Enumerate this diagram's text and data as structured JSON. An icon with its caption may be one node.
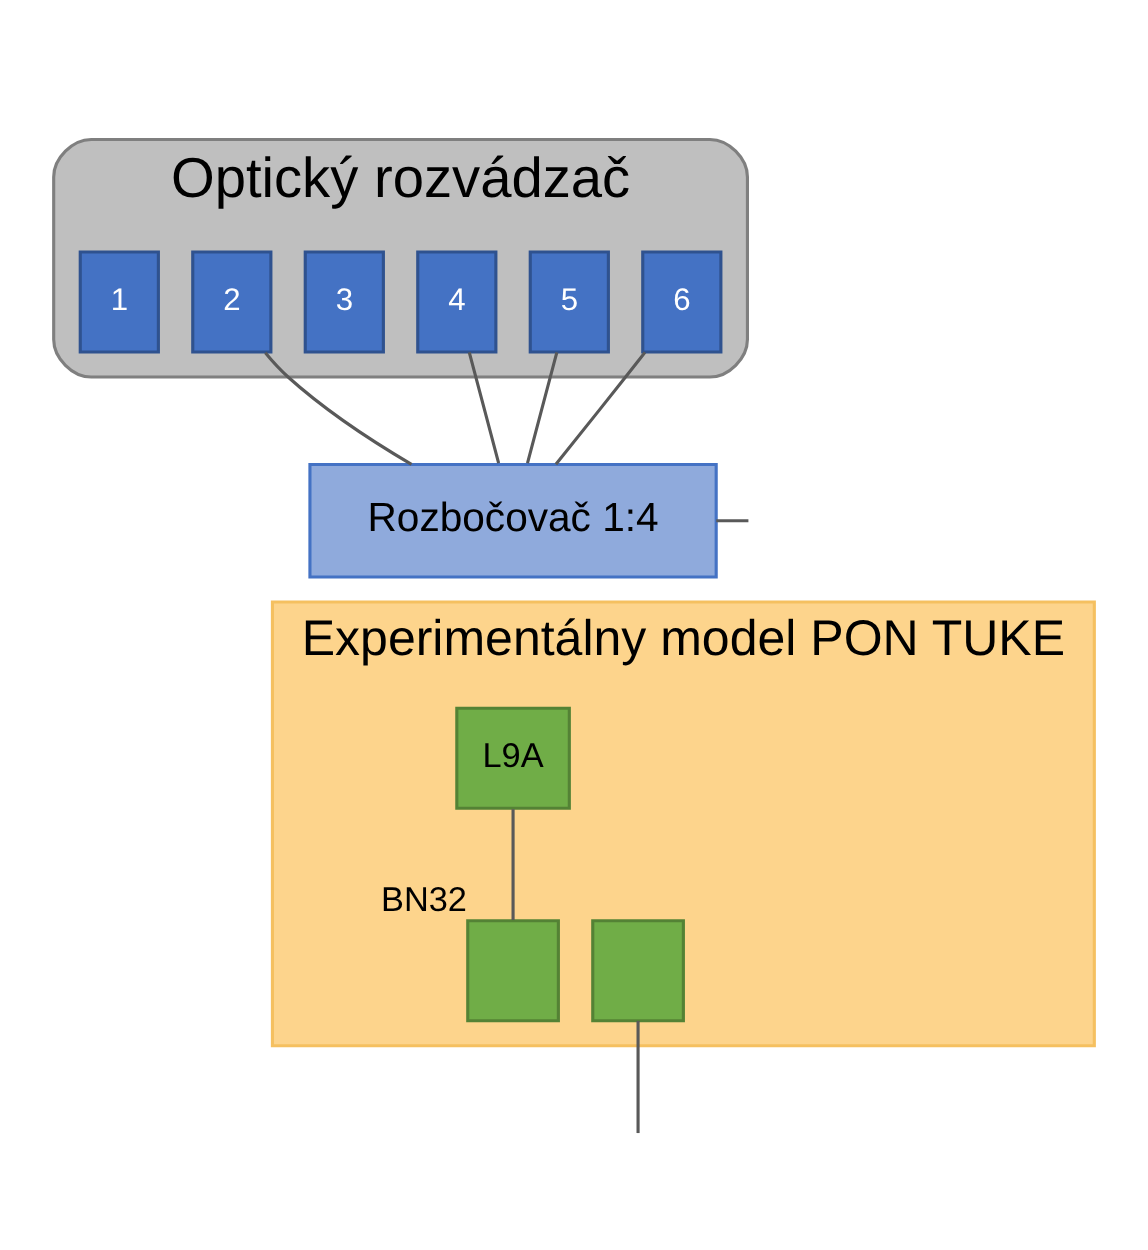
{
  "diagram": {
    "nodes": [
      {
        "text": [
          "Optický rozvádzač"
        ]
      },
      {
        "text": [
          "1"
        ],
        "in": 0
      },
      {
        "text": [
          "2"
        ],
        "in": 0
      },
      {
        "text": [
          "3"
        ],
        "in": 0
      },
      {
        "text": [
          "4"
        ],
        "in": 0
      },
      {
        "text": [
          "5"
        ],
        "in": 0
      },
      {
        "text": [
          "6"
        ],
        "in": 0
      },
      {
        "text": [
          "Rozbočovač 1:4"
        ]
      },
      {
        "text": [
          "Experimentálny model PON TUKE"
        ]
      },
      {
        "text": [
          "L9A"
        ],
        "in": 8
      },
      {
        "text": [],
        "shape": "box",
        "in": 8,
        "beside": [
          "BN32"
        ]
      },
      {
        "text": [],
        "shape": "box",
        "in": 8
      }
    ],
    "edges": [
      {
        "from": 2,
        "to": 7,
        "arrow": "none"
      },
      {
        "from": 4,
        "to": 7,
        "arrow": "none"
      },
      {
        "from": 5,
        "to": 7,
        "arrow": "none"
      },
      {
        "from": 6,
        "to": 7,
        "arrow": "none"
      },
      {
        "from": 7,
        "to": null,
        "arrow": "none"
      },
      {
        "from": 9,
        "to": 10,
        "arrow": "none"
      },
      {
        "from": 11,
        "to": null,
        "arrow": "none"
      }
    ]
  }
}
